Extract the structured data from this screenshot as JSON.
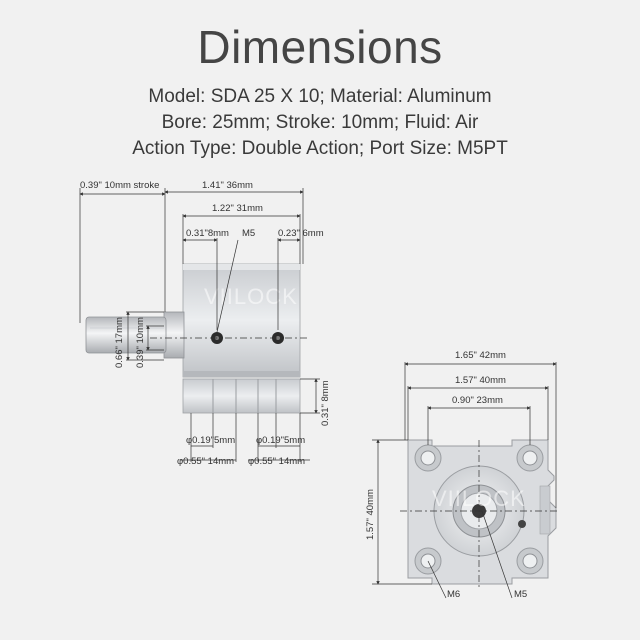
{
  "header": {
    "title": "Dimensions",
    "spec_lines": [
      "Model: SDA 25 X 10; Material: Aluminum",
      "Bore: 25mm; Stroke: 10mm; Fluid: Air",
      "Action Type: Double Action; Port Size: M5PT"
    ]
  },
  "side_view": {
    "stroke": "0.39\" 10mm stroke",
    "overall_length": "1.41\" 36mm",
    "body_length": "1.22\" 31mm",
    "port_offset": "0.31\"8mm",
    "port_label": "M5",
    "port_offset_rear": "0.23\" 6mm",
    "rod_outer": "0.66\" 17mm",
    "rod_inner": "0.39\" 10mm",
    "mount_height": "0.31\" 8mm",
    "hole_left": "φ0.19\"5mm",
    "hole_right": "φ0.19\"5mm",
    "counterbore_left": "φ0.55\" 14mm",
    "counterbore_right": "φ0.55\" 14mm",
    "watermark": "VIILOCK"
  },
  "front_view": {
    "width_overall": "1.65\" 42mm",
    "width_body": "1.57\" 40mm",
    "hole_spacing": "0.90\" 23mm",
    "height": "1.57\" 40mm",
    "thread_corner": "M6",
    "thread_center": "M5",
    "watermark": "VIILOCK"
  },
  "colors": {
    "metal": "#d9dbde",
    "metal_dark": "#b7babf",
    "line": "#333333",
    "bg": "#f1f1f1"
  }
}
